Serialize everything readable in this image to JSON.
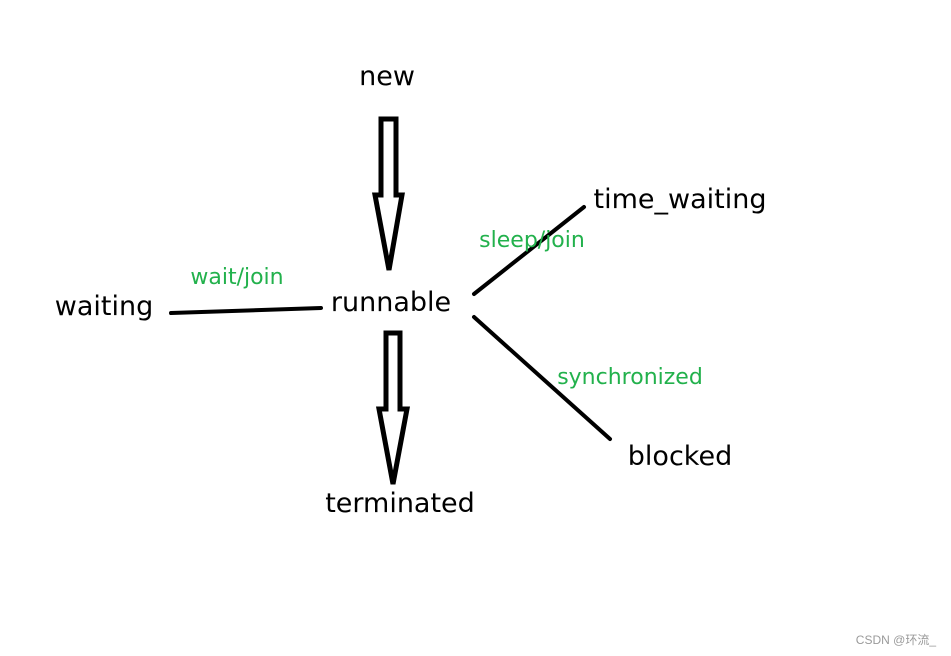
{
  "colors": {
    "text": "#000000",
    "edge_label": "#22b14c",
    "line": "#000000",
    "watermark": "#9a9a9a"
  },
  "states": {
    "new": "new",
    "runnable": "runnable",
    "terminated": "terminated",
    "waiting": "waiting",
    "time_waiting": "time_waiting",
    "blocked": "blocked"
  },
  "edge_labels": {
    "wait_join": "wait/join",
    "sleep_join": "sleep/join",
    "synchronized": "synchronized"
  },
  "watermark": "CSDN @环流_"
}
